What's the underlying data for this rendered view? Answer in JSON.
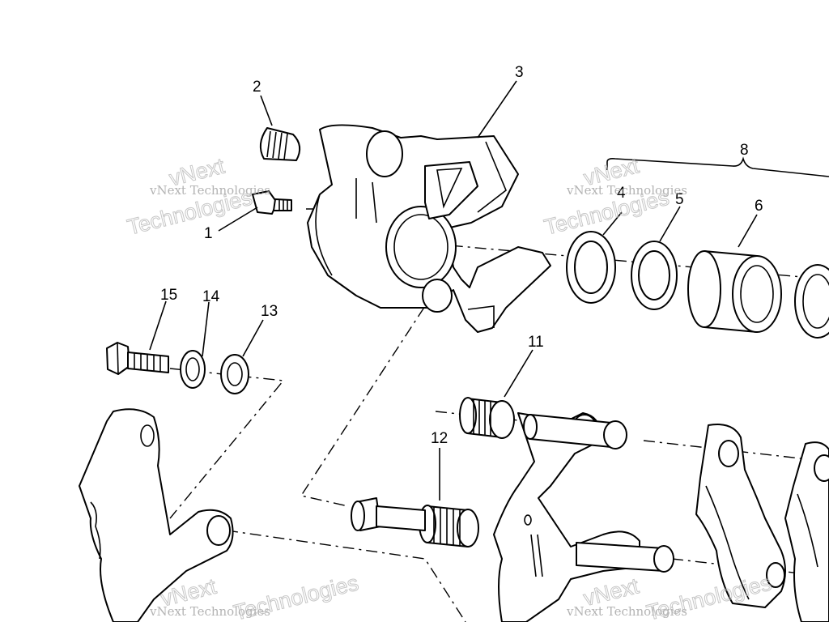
{
  "callouts": {
    "c1": "1",
    "c2": "2",
    "c3": "3",
    "c4": "4",
    "c5": "5",
    "c6": "6",
    "c8": "8",
    "c11": "11",
    "c12": "12",
    "c13": "13",
    "c14": "14",
    "c15": "15"
  },
  "watermark": {
    "brand_top": "vNext",
    "brand_line": "vNext Technologies",
    "brand_bottom": "Technologies"
  }
}
